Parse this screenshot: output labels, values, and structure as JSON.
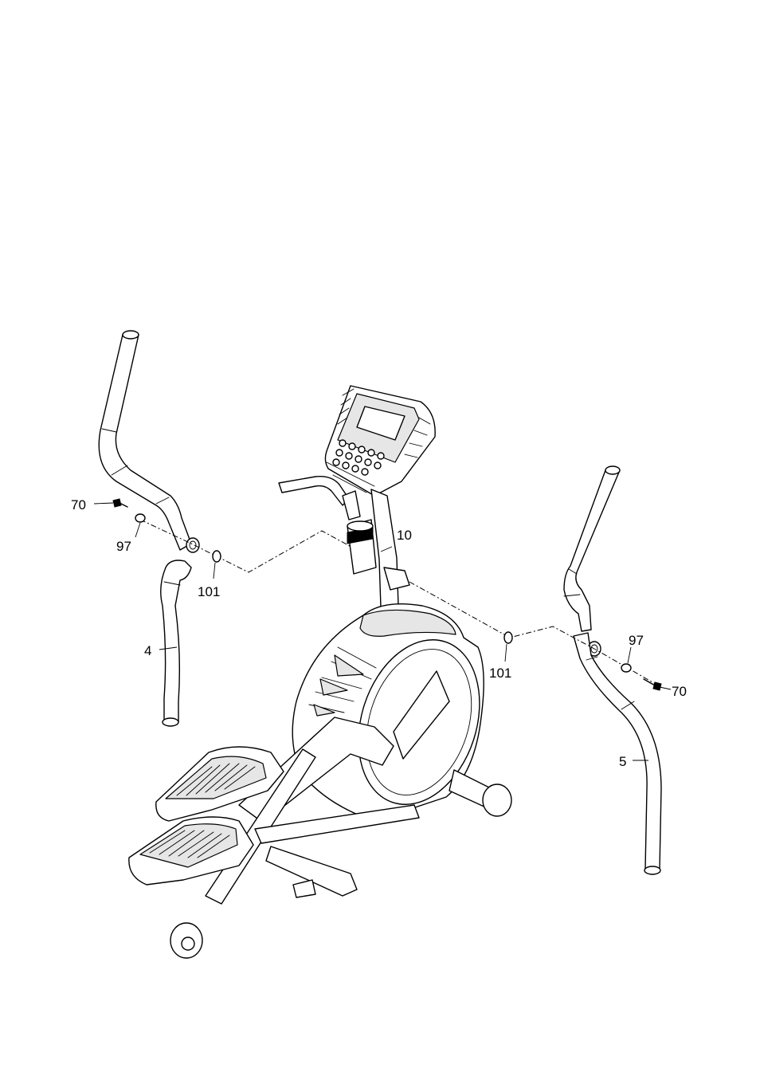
{
  "labels": {
    "left_bolt": "70",
    "left_washer": "97",
    "left_clip": "101",
    "left_lower_arm": "4",
    "console_mast": "10",
    "right_clip": "101",
    "right_washer": "97",
    "right_bolt": "70",
    "right_lower_arm": "5"
  }
}
